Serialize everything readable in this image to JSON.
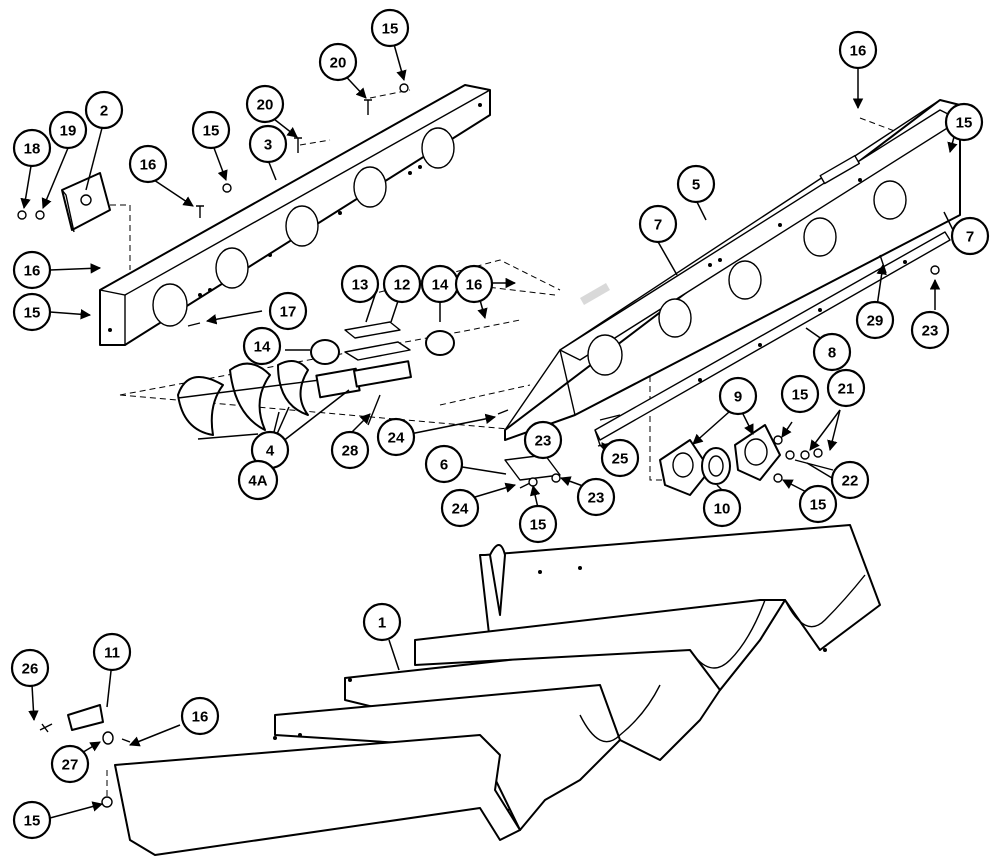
{
  "callouts": [
    "1",
    "2",
    "3",
    "4",
    "4A",
    "5",
    "6",
    "7",
    "8",
    "9",
    "10",
    "11",
    "12",
    "13",
    "14",
    "15",
    "16",
    "17",
    "18",
    "19",
    "20",
    "21",
    "22",
    "23",
    "24",
    "25",
    "26",
    "27",
    "28",
    "29"
  ],
  "colors": {
    "ink": "#000000",
    "paper": "#ffffff"
  }
}
